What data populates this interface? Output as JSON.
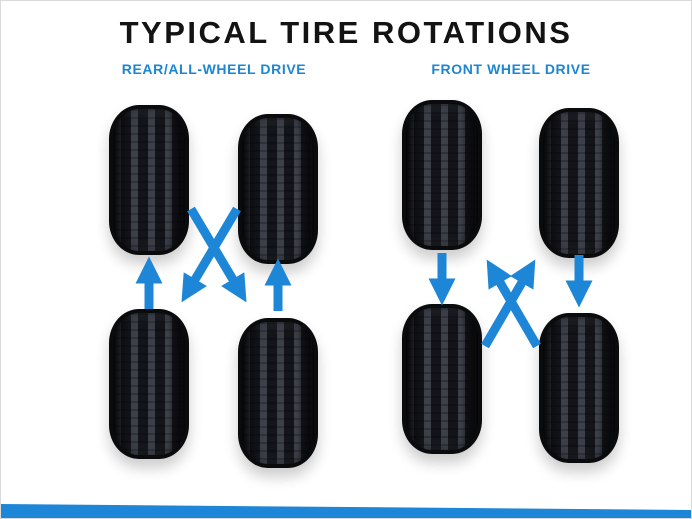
{
  "diagram": {
    "title": "TYPICAL TIRE ROTATIONS",
    "panels": [
      {
        "label": "REAR/ALL-WHEEL DRIVE",
        "arrow_pattern": "rear tires move straight up to front positions; front tires cross diagonally down to rear positions"
      },
      {
        "label": "FRONT WHEEL DRIVE",
        "arrow_pattern": "front tires move straight down to rear positions; rear tires cross diagonally up to front positions"
      }
    ],
    "colors": {
      "accent_blue": "#1e86d6",
      "label_blue": "#1b86d2",
      "title_color": "#131313",
      "tire_color": "#14151a",
      "background": "#ffffff"
    }
  }
}
